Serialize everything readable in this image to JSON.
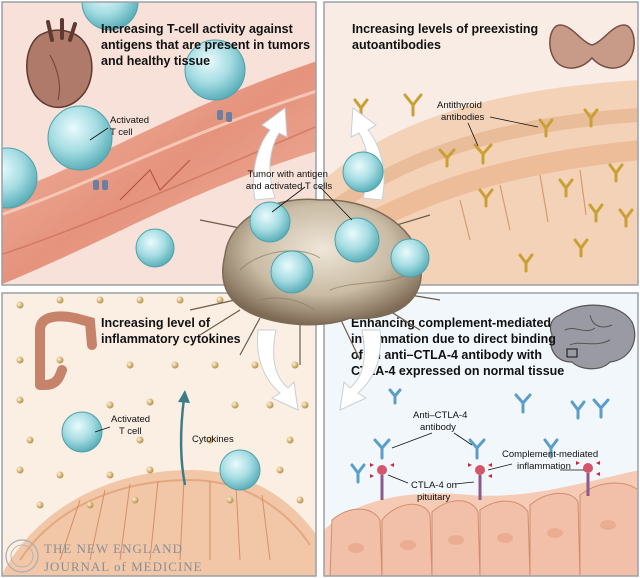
{
  "panels": {
    "top_left": {
      "heading": [
        "Increasing T-cell activity against",
        "antigens that are present in tumors",
        "and healthy tissue"
      ],
      "label_activated": [
        "Activated",
        "T cell"
      ]
    },
    "top_right": {
      "heading": [
        "Increasing levels of preexisting",
        "autoantibodies"
      ],
      "label_antibodies": [
        "Antithyroid",
        "antibodies"
      ]
    },
    "bottom_left": {
      "heading": [
        "Increasing level of",
        "inflammatory cytokines"
      ],
      "label_activated": [
        "Activated",
        "T cell"
      ],
      "label_cytokines": "Cytokines"
    },
    "bottom_right": {
      "heading": [
        "Enhancing complement-mediated",
        "inflammation due to direct binding",
        "of an anti–CTLA-4 antibody with",
        "CTLA-4 expressed on normal tissue"
      ],
      "label_antibody": [
        "Anti–CTLA-4",
        "antibody"
      ],
      "label_complement": [
        "Complement-mediated",
        "inflammation"
      ],
      "label_ctla4": [
        "CTLA-4 on",
        "pituitary"
      ]
    }
  },
  "center": {
    "label_tumor": [
      "Tumor with antigen",
      "and activated T cells"
    ]
  },
  "footer": {
    "journal_line1": "THE NEW ENGLAND",
    "journal_line2": "JOURNAL of MEDICINE"
  },
  "colors": {
    "frame": "#9aa0a6",
    "tissue_pink": "#f6d9cf",
    "vessel": "#e8937a",
    "cell_fill": "#9fd8de",
    "cell_stroke": "#5fb3bd",
    "cytokine_dot": "#c9a25a",
    "antibody_gold": "#c8a034",
    "antibody_blue": "#5b9ec9",
    "tumor": "#b9ab96",
    "arrow": "#ffffff"
  }
}
